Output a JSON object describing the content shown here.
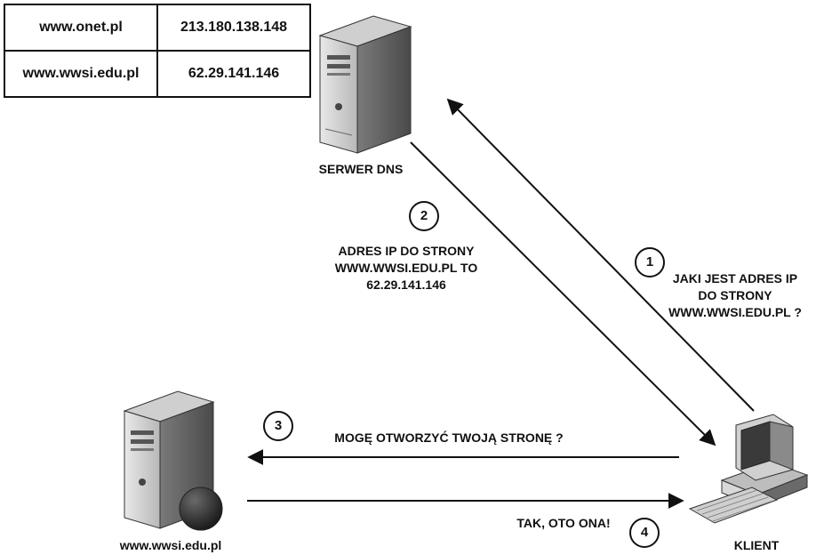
{
  "dns_table": {
    "rows": [
      {
        "host": "www.onet.pl",
        "ip": "213.180.138.148"
      },
      {
        "host": "www.wwsi.edu.pl",
        "ip": "62.29.141.146"
      }
    ]
  },
  "nodes": {
    "dns_server": "SERWER  DNS",
    "web_server": "www.wwsi.edu.pl",
    "client": "KLIENT"
  },
  "steps": [
    {
      "number": "1",
      "text": [
        "JAKI JEST ADRES IP",
        "DO STRONY",
        "WWW.WWSI.EDU.PL  ?"
      ]
    },
    {
      "number": "2",
      "text": [
        "ADRES IP DO STRONY",
        "WWW.WWSI.EDU.PL TO",
        "62.29.141.146"
      ]
    },
    {
      "number": "3",
      "text": [
        "MOGĘ OTWORZYĆ TWOJĄ STRONĘ  ?"
      ]
    },
    {
      "number": "4",
      "text": [
        "TAK, OTO ONA!"
      ]
    }
  ]
}
